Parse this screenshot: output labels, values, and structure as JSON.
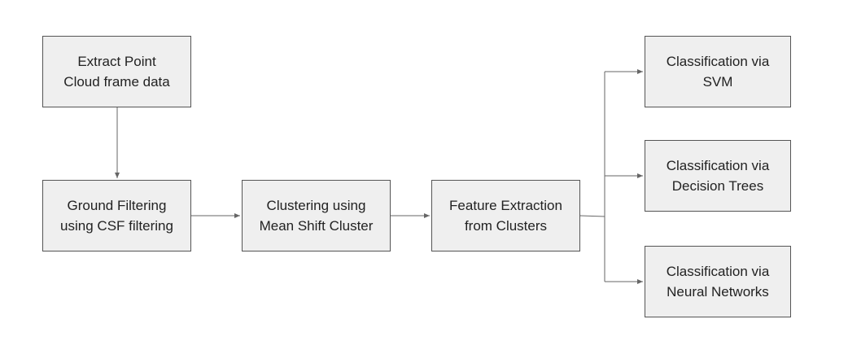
{
  "diagram": {
    "nodes": {
      "extract": "Extract Point\nCloud frame data",
      "ground": "Ground Filtering\nusing CSF filtering",
      "cluster": "Clustering using\nMean Shift Cluster",
      "feature": "Feature Extraction\nfrom Clusters",
      "svm": "Classification via\nSVM",
      "dtree": "Classification via\nDecision Trees",
      "nn": "Classification via\nNeural Networks"
    },
    "edges": [
      {
        "from": "extract",
        "to": "ground"
      },
      {
        "from": "ground",
        "to": "cluster"
      },
      {
        "from": "cluster",
        "to": "feature"
      },
      {
        "from": "feature",
        "to": "svm"
      },
      {
        "from": "feature",
        "to": "dtree"
      },
      {
        "from": "feature",
        "to": "nn"
      }
    ],
    "colors": {
      "box_fill": "#efefef",
      "box_border": "#555555",
      "connector": "#666666",
      "text": "#222222"
    }
  }
}
